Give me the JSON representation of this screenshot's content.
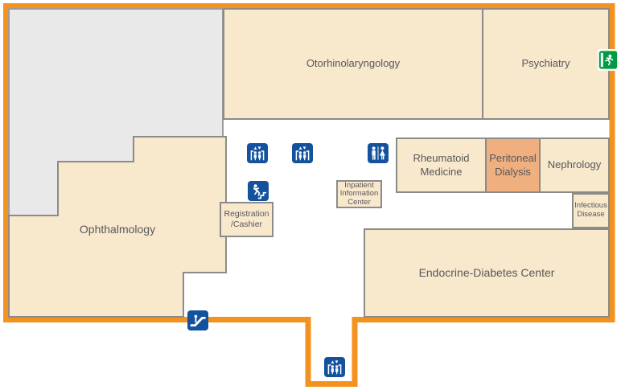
{
  "theme": {
    "outline-orange": "#F3921F",
    "room-fill": "#F8E8CC",
    "room-border": "#8B8B89",
    "highlight-fill": "#F0AF7E",
    "unlabeled-fill": "#E9E9EA",
    "unlabeled-border": "#9B9B9B",
    "icon-blue": "#14529E",
    "exit-green": "#009B43",
    "label-text": "#57585C"
  },
  "floor_map": {
    "rooms": {
      "otorhinolaryngology": {
        "label": "Otorhinolaryngology"
      },
      "psychiatry": {
        "label": "Psychiatry"
      },
      "rheumatoid_medicine": {
        "label": "Rheumatoid\nMedicine"
      },
      "peritoneal_dialysis": {
        "label": "Peritoneal\nDialysis",
        "highlighted": true
      },
      "nephrology": {
        "label": "Nephrology"
      },
      "infectious_disease": {
        "label": "Infectious\nDisease"
      },
      "endocrine_diabetes_center": {
        "label": "Endocrine-Diabetes Center"
      },
      "ophthalmology": {
        "label": "Ophthalmology"
      },
      "registration_cashier": {
        "label": "Registration\n/Cashier"
      },
      "inpatient_information_center": {
        "label": "Inpatient\nInformation\nCenter"
      }
    },
    "facility_icons": [
      {
        "name": "elevator-icon"
      },
      {
        "name": "elevator-icon"
      },
      {
        "name": "restroom-icon"
      },
      {
        "name": "stairs-icon"
      },
      {
        "name": "escalator-icon"
      },
      {
        "name": "elevator-icon"
      },
      {
        "name": "emergency-exit-icon"
      }
    ]
  }
}
